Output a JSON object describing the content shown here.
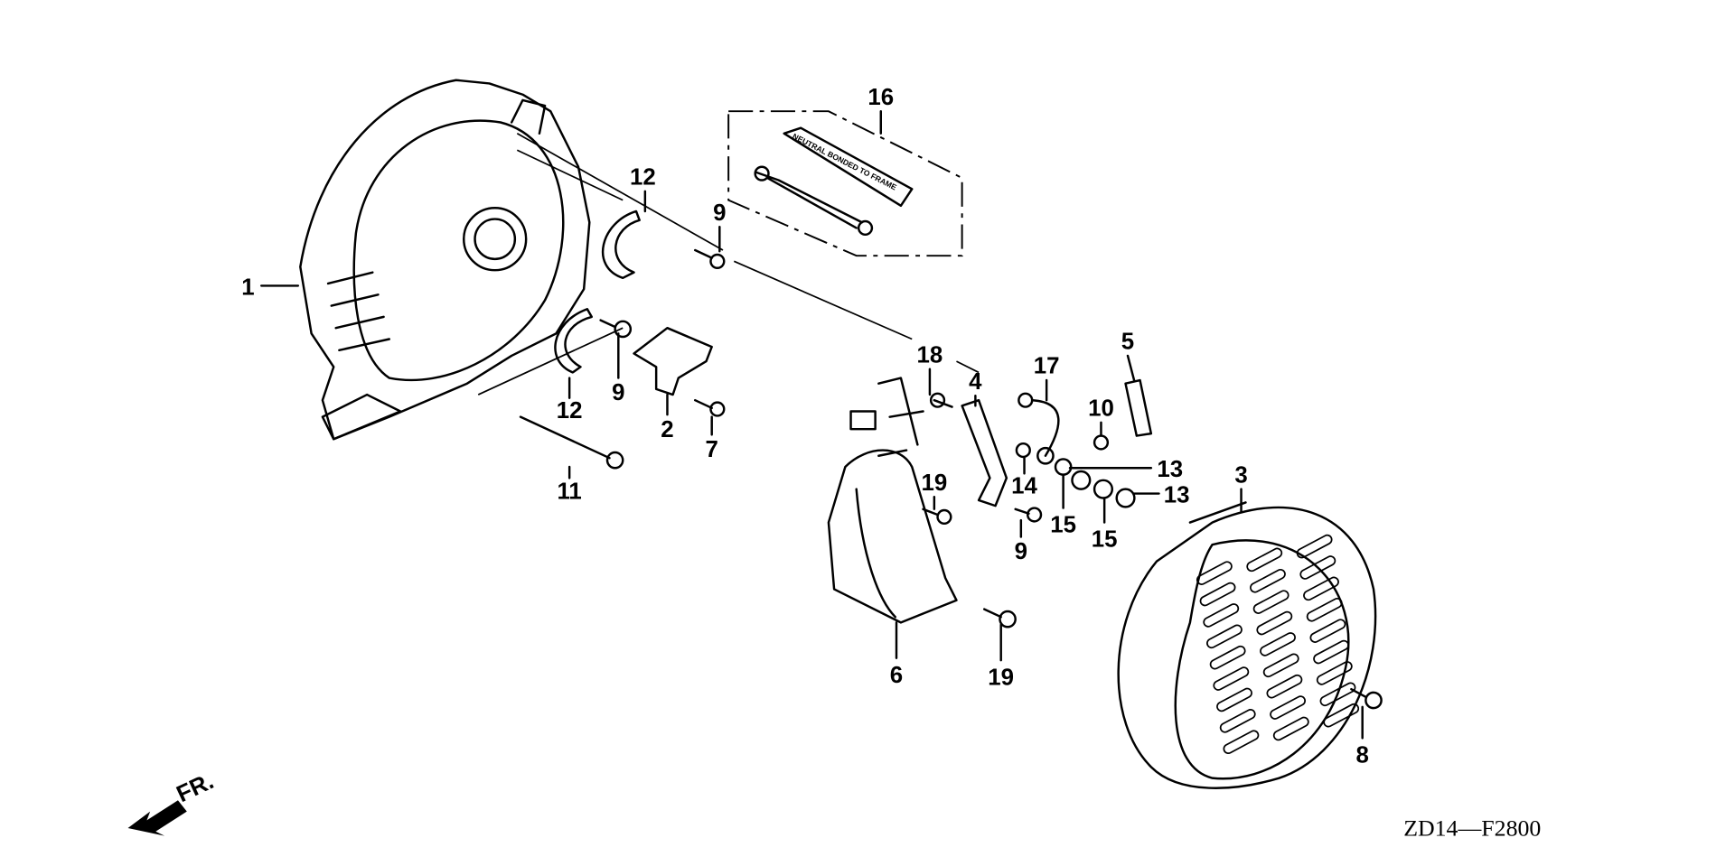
{
  "diagram": {
    "drawing_code": "ZD14—F2800",
    "front_indicator": "FR.",
    "decal_text": "NEUTRAL BONDED TO FRAME",
    "callouts": [
      {
        "id": "c1",
        "text": "1"
      },
      {
        "id": "c12a",
        "text": "12"
      },
      {
        "id": "c9a",
        "text": "9"
      },
      {
        "id": "c16",
        "text": "16"
      },
      {
        "id": "c12b",
        "text": "12"
      },
      {
        "id": "c9b",
        "text": "9"
      },
      {
        "id": "c2",
        "text": "2"
      },
      {
        "id": "c7",
        "text": "7"
      },
      {
        "id": "c11",
        "text": "11"
      },
      {
        "id": "c18",
        "text": "18"
      },
      {
        "id": "c4",
        "text": "4"
      },
      {
        "id": "c17",
        "text": "17"
      },
      {
        "id": "c5",
        "text": "5"
      },
      {
        "id": "c10",
        "text": "10"
      },
      {
        "id": "c13a",
        "text": "13"
      },
      {
        "id": "c14",
        "text": "14"
      },
      {
        "id": "c15a",
        "text": "15"
      },
      {
        "id": "c15b",
        "text": "15"
      },
      {
        "id": "c13b",
        "text": "13"
      },
      {
        "id": "c3",
        "text": "3"
      },
      {
        "id": "c19a",
        "text": "19"
      },
      {
        "id": "c9c",
        "text": "9"
      },
      {
        "id": "c6",
        "text": "6"
      },
      {
        "id": "c19b",
        "text": "19"
      },
      {
        "id": "c8",
        "text": "8"
      }
    ]
  }
}
